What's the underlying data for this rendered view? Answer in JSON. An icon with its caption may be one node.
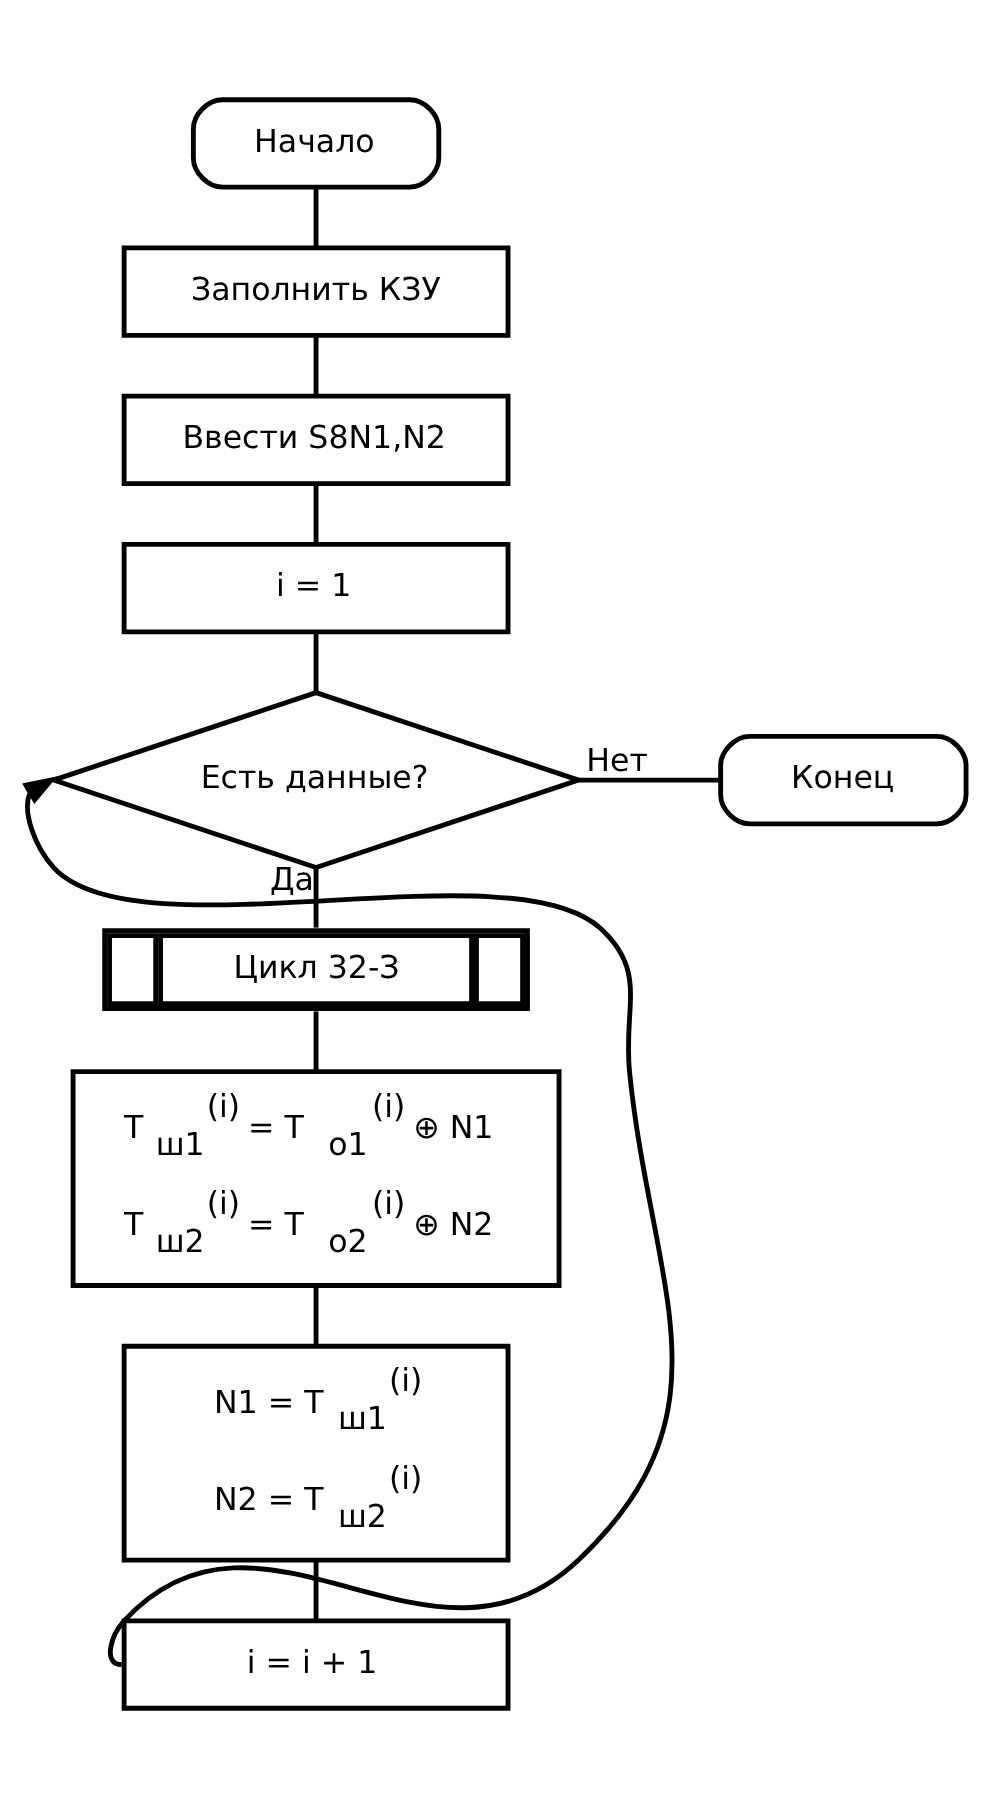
{
  "diagram": {
    "nodes": [
      {
        "text": [
          "Начало"
        ]
      },
      {
        "text": [
          "Заполнить КЗУ"
        ]
      },
      {
        "text": [
          "Ввести S8N1,N2"
        ]
      },
      {
        "text": [
          "i = 1"
        ]
      },
      {
        "text": [
          "Есть данные?"
        ]
      },
      {
        "text": [
          "Цикл 32-З"
        ]
      },
      {
        "text": [
          "T$_{ш1}$$^{(i)}$ = T$_{о1}$$^{(i)}$ ⊕ N1",
          "T$_{ш2}$$^{(i)}$ = T$_{о2}$$^{(i)}$ ⊕ N2"
        ]
      },
      {
        "text": [
          "N1 = T$_{ш1}$$^{(i)}$",
          "N2 = T$_{ш2}$$^{(i)}$"
        ]
      },
      {
        "text": [
          "i = i + 1"
        ]
      },
      {
        "text": [
          "Конец"
        ]
      }
    ],
    "edges": [
      {
        "from": 0,
        "to": 1,
        "arrow": "none"
      },
      {
        "from": 1,
        "to": 2,
        "arrow": "none"
      },
      {
        "from": 2,
        "to": 3,
        "arrow": "none"
      },
      {
        "from": 3,
        "to": 4,
        "arrow": "none"
      },
      {
        "from": 4,
        "to": 5,
        "arrow": "none",
        "label": "Да"
      },
      {
        "from": 4,
        "to": 9,
        "arrow": "none",
        "label": "Нет"
      },
      {
        "from": 5,
        "to": 6,
        "arrow": "none"
      },
      {
        "from": 6,
        "to": 7,
        "arrow": "none"
      },
      {
        "from": 7,
        "to": 8,
        "arrow": "none"
      },
      {
        "from": 8,
        "to": 4,
        "arrow": "to"
      }
    ]
  }
}
